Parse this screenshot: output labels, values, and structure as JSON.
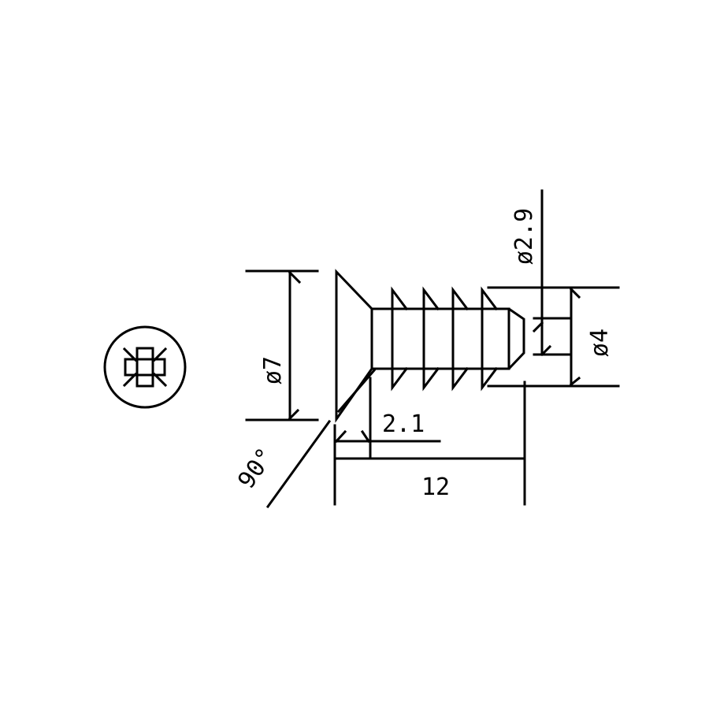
{
  "drawing": {
    "subject": "Countersunk self-tapping screw",
    "stroke_color": "#000000",
    "background": "#ffffff",
    "head_view": {
      "drive": "Pozidriv cross recess"
    },
    "dimensions": {
      "head_diameter": "ø7",
      "thread_diameter": "ø4",
      "core_diameter": "ø2.9",
      "head_height": "2.1",
      "length": "12",
      "countersink_angle": "90°"
    }
  }
}
